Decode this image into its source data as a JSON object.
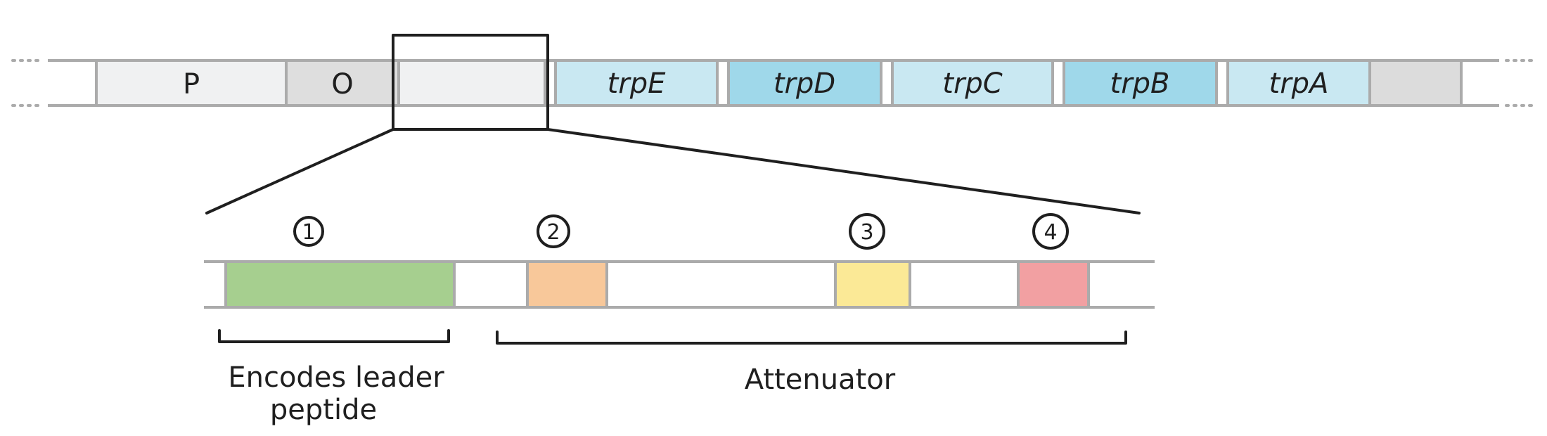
{
  "operon": {
    "promoter_label": "P",
    "operator_label": "O",
    "genes": [
      "trpE",
      "trpD",
      "trpC",
      "trpB",
      "trpA"
    ]
  },
  "leader": {
    "regions": [
      "1",
      "2",
      "3",
      "4"
    ],
    "leader_peptide_label_line1": "Encodes leader",
    "leader_peptide_label_line2": "peptide",
    "attenuator_label": "Attenuator"
  },
  "colors": {
    "promoter": "#f0f1f2",
    "operator": "#dedede",
    "gene_light": "#c9e8f2",
    "gene_dark": "#9fd8ea",
    "tail": "#dcdcdc",
    "region1": "#a6cf8f",
    "region2": "#f8c89a",
    "region3": "#fbe996",
    "region4": "#f2a0a2"
  }
}
